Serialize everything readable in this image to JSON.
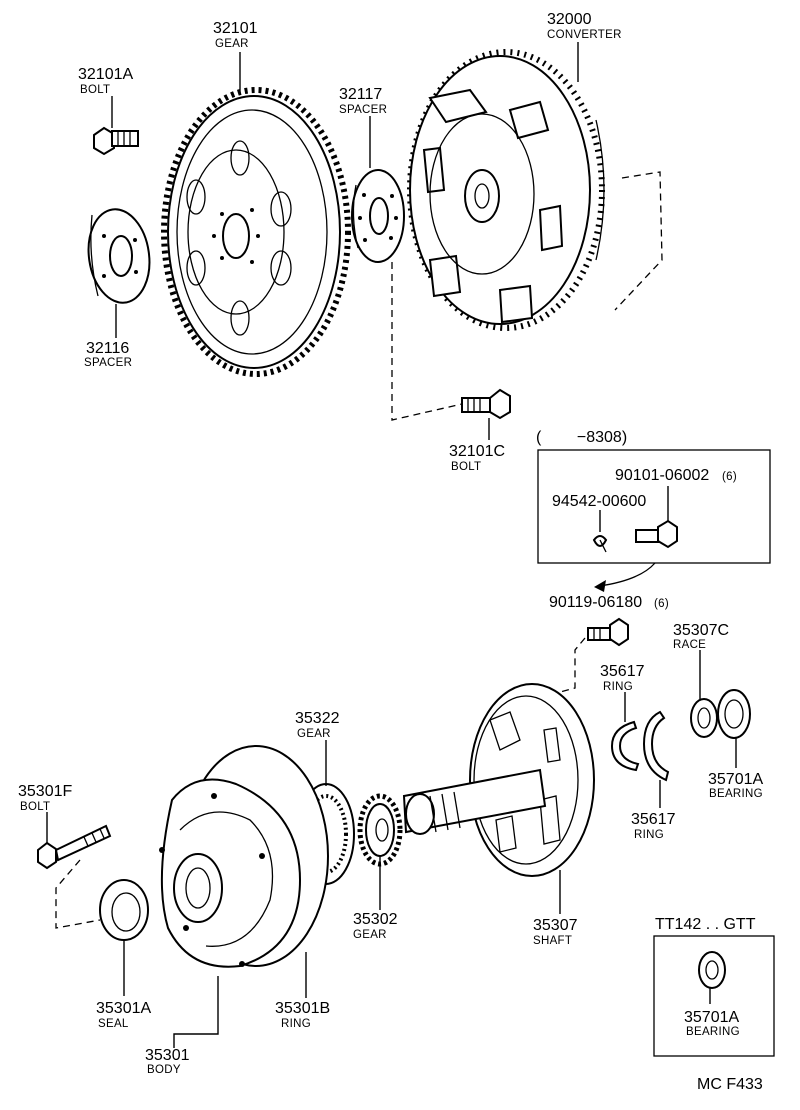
{
  "parts": {
    "p32101": {
      "number": "32101",
      "name": "GEAR"
    },
    "p32000": {
      "number": "32000",
      "name": "CONVERTER"
    },
    "p32101A": {
      "number": "32101A",
      "name": "BOLT"
    },
    "p32117": {
      "number": "32117",
      "name": "SPACER"
    },
    "p32116": {
      "number": "32116",
      "name": "SPACER"
    },
    "p32101C": {
      "number": "32101C",
      "name": "BOLT"
    },
    "p90101": {
      "number": "90101-06002",
      "qty": "(6)"
    },
    "p94542": {
      "number": "94542-00600"
    },
    "p90119": {
      "number": "90119-06180",
      "qty": "(6)"
    },
    "p35307C": {
      "number": "35307C",
      "name": "RACE"
    },
    "p35617a": {
      "number": "35617",
      "name": "RING"
    },
    "p35617b": {
      "number": "35617",
      "name": "RING"
    },
    "p35322": {
      "number": "35322",
      "name": "GEAR"
    },
    "p35701A": {
      "number": "35701A",
      "name": "BEARING"
    },
    "p35301F": {
      "number": "35301F",
      "name": "BOLT"
    },
    "p35302": {
      "number": "35302",
      "name": "GEAR"
    },
    "p35307": {
      "number": "35307",
      "name": "SHAFT"
    },
    "p35301A": {
      "number": "35301A",
      "name": "SEAL"
    },
    "p35301B": {
      "number": "35301B",
      "name": "RING"
    },
    "p35301": {
      "number": "35301",
      "name": "BODY"
    },
    "p35701Ab": {
      "number": "35701A",
      "name": "BEARING"
    }
  },
  "notes": {
    "serial_range": "(        −8308)",
    "model_range": "TT142 . . GTT",
    "figure_code": "MC F433"
  }
}
